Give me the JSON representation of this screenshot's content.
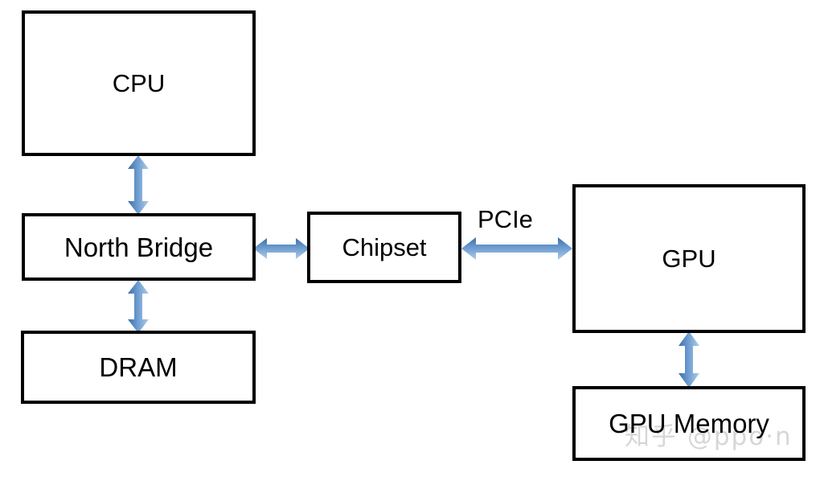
{
  "diagram": {
    "title": "CPU / GPU system architecture block diagram",
    "background_color": "#ffffff",
    "box_border_color": "#000000",
    "arrow_color": "#5B8FC4",
    "arrow_color_dark": "#3E6FA4",
    "arrow_color_light": "#A8C7E6",
    "nodes": [
      {
        "id": "cpu",
        "label": "CPU"
      },
      {
        "id": "north",
        "label": "North Bridge"
      },
      {
        "id": "dram",
        "label": "DRAM"
      },
      {
        "id": "chipset",
        "label": "Chipset"
      },
      {
        "id": "gpu",
        "label": "GPU"
      },
      {
        "id": "gpumemory",
        "label": "GPU Memory"
      }
    ],
    "edges": [
      {
        "id": "cpu-north",
        "from": "cpu",
        "to": "north",
        "label": "",
        "direction": "bidirectional",
        "orientation": "vertical"
      },
      {
        "id": "north-dram",
        "from": "north",
        "to": "dram",
        "label": "",
        "direction": "bidirectional",
        "orientation": "vertical"
      },
      {
        "id": "north-chipset",
        "from": "north",
        "to": "chipset",
        "label": "",
        "direction": "bidirectional",
        "orientation": "horizontal"
      },
      {
        "id": "chipset-gpu",
        "from": "chipset",
        "to": "gpu",
        "label": "PCIe",
        "direction": "bidirectional",
        "orientation": "horizontal"
      },
      {
        "id": "gpu-gpumemory",
        "from": "gpu",
        "to": "gpumemory",
        "label": "",
        "direction": "bidirectional",
        "orientation": "vertical"
      }
    ],
    "edge_labels": {
      "pcie": "PCIe"
    }
  },
  "watermark": {
    "text": "知乎 @ppo·n"
  }
}
